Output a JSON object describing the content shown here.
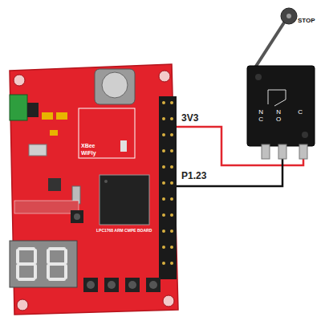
{
  "diagram": {
    "labels": [
      "STOP",
      "N C",
      "N O",
      "C",
      "3V3",
      "P1.23",
      "XBee",
      "WiFly",
      "LPC1768 ARM CMPE BOARD"
    ]
  }
}
